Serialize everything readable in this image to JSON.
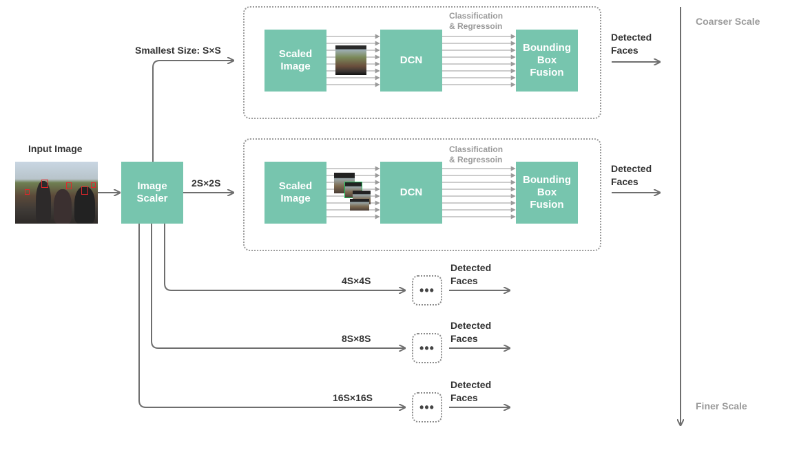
{
  "input_image_label": "Input Image",
  "image_scaler_label": "Image Scaler",
  "scale_axis": {
    "top": "Coarser Scale",
    "bottom": "Finer Scale"
  },
  "stages": [
    {
      "size_label": "Smallest Size: S×S",
      "scaled_image": "Scaled Image",
      "dcn": "DCN",
      "cls_reg": [
        "Classification",
        "& Regressoin"
      ],
      "fusion": "Bounding Box Fusion",
      "output": [
        "Detected",
        "Faces"
      ]
    },
    {
      "size_label": "2S×2S",
      "scaled_image": "Scaled Image",
      "dcn": "DCN",
      "cls_reg": [
        "Classification",
        "& Regressoin"
      ],
      "fusion": "Bounding Box Fusion",
      "output": [
        "Detected",
        "Faces"
      ]
    }
  ],
  "collapsed_stages": [
    {
      "size_label": "4S×4S",
      "dots": "•••",
      "output": [
        "Detected",
        "Faces"
      ]
    },
    {
      "size_label": "8S×8S",
      "dots": "•••",
      "output": [
        "Detected",
        "Faces"
      ]
    },
    {
      "size_label": "16S×16S",
      "dots": "•••",
      "output": [
        "Detected",
        "Faces"
      ]
    }
  ],
  "colors": {
    "box_fill": "#77c5ae",
    "box_text": "#ffffff",
    "line": "#6e6e6e",
    "thin_arrow": "#9a9a9a",
    "grey_text": "#9a9a9a",
    "face_box": "#e0262a",
    "crop_border": "#22c55e"
  },
  "icons": {
    "arrow": "arrow-right-icon",
    "axis": "arrow-down-icon"
  }
}
